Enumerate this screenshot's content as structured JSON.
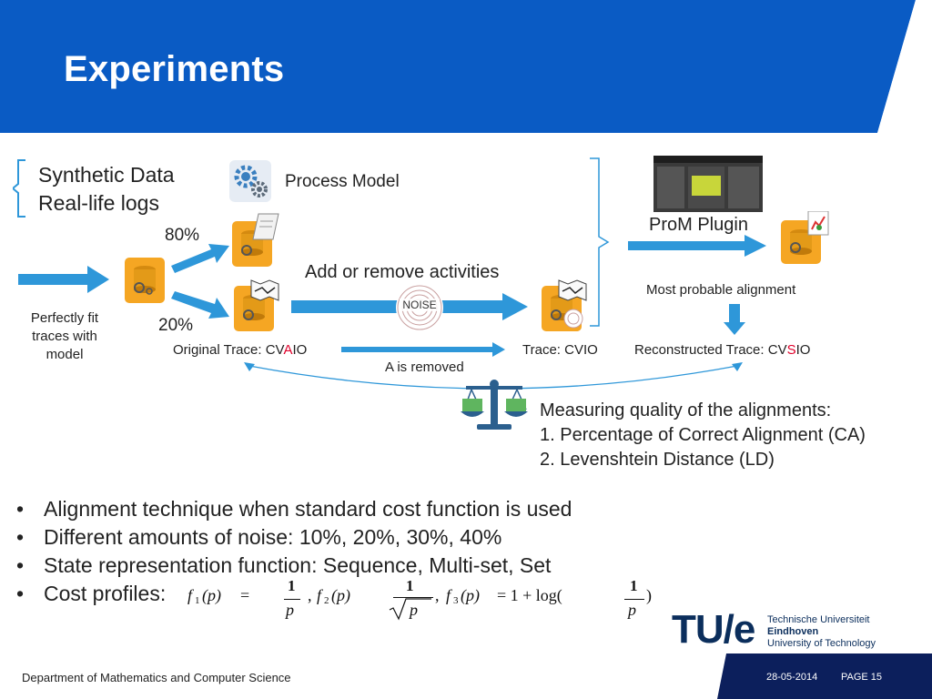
{
  "slide": {
    "title": "Experiments"
  },
  "sources": {
    "synthetic": "Synthetic Data",
    "reallife": "Real-life logs"
  },
  "labels": {
    "process_model": "Process Model",
    "prom_plugin": "ProM Plugin",
    "pct_80": "80%",
    "pct_20": "20%",
    "add_remove": "Add or remove activities",
    "noise": "NOISE",
    "perfectly_fit": [
      "Perfectly fit",
      "traces with",
      "model"
    ],
    "most_probable": "Most probable alignment",
    "original_trace_prefix": "Original Trace: CV",
    "original_trace_highlight": "A",
    "original_trace_suffix": "IO",
    "trace_cvio": "Trace: CVIO",
    "reconstructed_prefix": "Reconstructed Trace: CV",
    "reconstructed_highlight": "S",
    "reconstructed_suffix": "IO",
    "a_removed": "A is removed"
  },
  "measuring": {
    "heading": "Measuring quality of the alignments:",
    "item1": "1. Percentage of Correct Alignment (CA)",
    "item2": "2. Levenshtein Distance (LD)"
  },
  "bullets": [
    "Alignment technique when standard cost function is used",
    "Different amounts of noise: 10%, 20%, 30%, 40%",
    "State representation function: Sequence, Multi-set, Set",
    "Cost profiles:"
  ],
  "formula": {
    "f1": "f",
    "sub1": "1",
    "sub2": "2",
    "sub3": "3",
    "arg": "(p)",
    "eq": "=",
    "one": "1",
    "p": "p",
    "comma": ",",
    "tail": "= 1 + log(",
    "close": ")"
  },
  "logo": {
    "mark": "TU/e",
    "line1": "Technische Universiteit",
    "line2": "Eindhoven",
    "line3": "University of Technology"
  },
  "footer": {
    "department": "Department of Mathematics and Computer Science",
    "date": "28-05-2014",
    "page": "PAGE 15"
  },
  "colors": {
    "header_blue": "#0a5bc4",
    "arrow_blue": "#2e97d9",
    "db_orange": "#f5a623",
    "highlight_red": "#e0002a",
    "footer_navy": "#0c1f5c"
  }
}
